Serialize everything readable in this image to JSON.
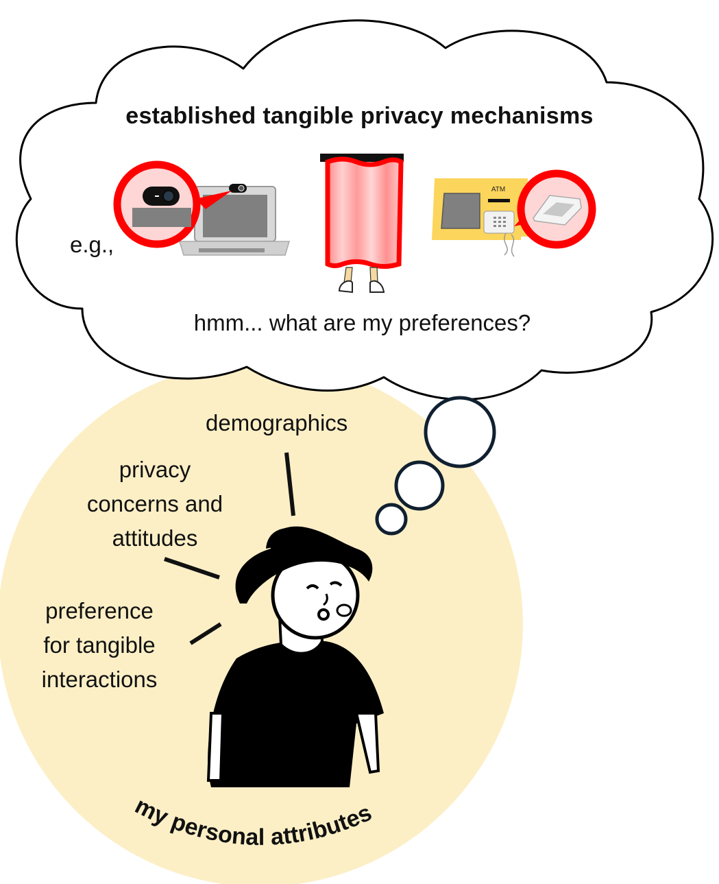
{
  "cloud": {
    "title": "established tangible privacy mechanisms",
    "example_prefix": "e.g.,",
    "question": "hmm... what are my preferences?",
    "examples": [
      {
        "icon": "laptop-webcam-cover-icon"
      },
      {
        "icon": "privacy-curtain-icon"
      },
      {
        "icon": "atm-keypad-shield-icon",
        "label": "ATM"
      }
    ]
  },
  "attributes": {
    "title": "my personal attributes",
    "items": [
      {
        "label": "demographics"
      },
      {
        "label": "privacy concerns and attitudes",
        "lines": [
          "privacy",
          "concerns and",
          "attitudes"
        ]
      },
      {
        "label": "preference for tangible interactions",
        "lines": [
          "preference",
          "for tangible",
          "interactions"
        ]
      }
    ]
  },
  "colors": {
    "attribute_circle": "#FCEFC6",
    "highlight_red": "#FF0000",
    "highlight_fill": "#FFD6D6",
    "atm_yellow": "#FCD55C",
    "bubble_stroke": "#102030",
    "device_grey": "#808080"
  }
}
